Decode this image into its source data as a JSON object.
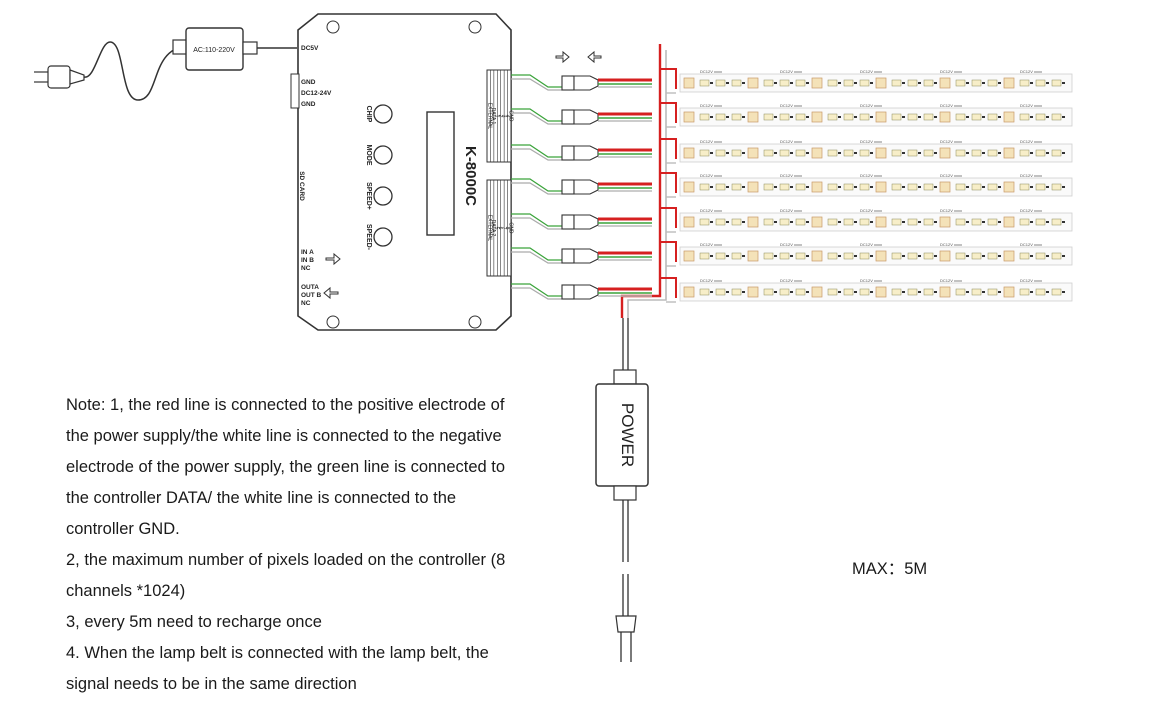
{
  "adapter": {
    "label": "AC:110-220V"
  },
  "controller": {
    "model": "K-8000C",
    "left_labels": {
      "dc5v": "DC5V",
      "gnd_top": "GND",
      "dc12_24": "DC12-24V",
      "gnd_bottom": "GND",
      "sd_card": "SD CARD",
      "in_a": "IN A",
      "in_b": "IN B",
      "nc_in": "NC",
      "out_a": "OUTA",
      "out_b": "OUT B",
      "nc_out": "NC"
    },
    "buttons": [
      "CHIP",
      "MODE",
      "SPEED+",
      "SPEED-"
    ],
    "port_group_1": [
      "EXTERNAL",
      "DATA 1",
      "1",
      "2",
      "3",
      "4",
      "GND"
    ],
    "port_group_2": [
      "EXTERNAL",
      "DATA 2",
      "5",
      "6",
      "7",
      "8",
      "GND"
    ]
  },
  "strip": {
    "chip_label": "DC12V"
  },
  "power": {
    "label": "POWER"
  },
  "max_length": "MAX：5M",
  "note": {
    "lines": [
      "Note: 1, the red line is connected to the positive electrode of",
      "the power supply/the white line is connected to the negative",
      "electrode of the power supply, the green line is connected to",
      "the controller DATA/ the white line is connected to the",
      "controller GND.",
      "2, the maximum number of pixels loaded on the controller (8",
      "channels *1024)",
      "3, every 5m need to recharge once",
      "4.  When the lamp belt is connected with the lamp belt, the",
      "signal needs to be in the same direction"
    ]
  }
}
